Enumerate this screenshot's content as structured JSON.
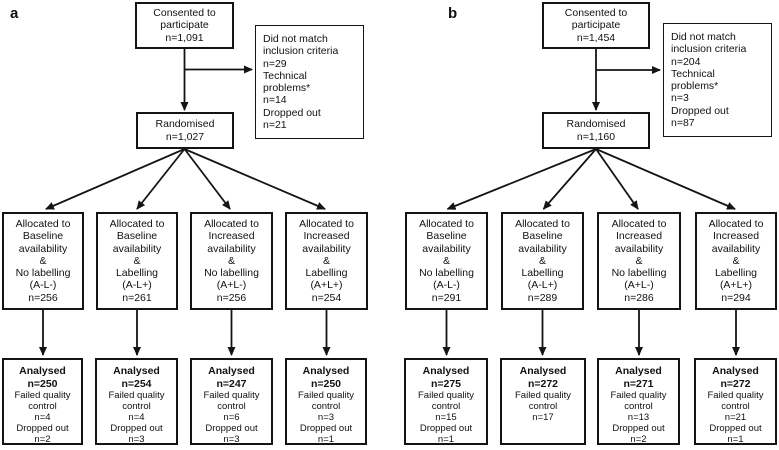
{
  "figure_colors": {
    "background": "#ffffff",
    "line": "#141414"
  },
  "panels": [
    {
      "label": "a",
      "consent": "Consented to\nparticipate\nn=1,091",
      "excluded": "Did not match\ninclusion criteria\nn=29\nTechnical\nproblems*\nn=14\nDropped out\nn=21",
      "randomised": "Randomised\nn=1,027",
      "groups": [
        {
          "allocated": "Allocated to\nBaseline\navailability\n&\nNo labelling\n(A-L-)\nn=256",
          "analysed": "Analysed\nn=250",
          "exclusions": "Failed quality\ncontrol\nn=4\nDropped out\nn=2"
        },
        {
          "allocated": "Allocated to\nBaseline\navailability\n&\nLabelling\n(A-L+)\nn=261",
          "analysed": "Analysed\nn=254",
          "exclusions": "Failed quality\ncontrol\nn=4\nDropped out\nn=3"
        },
        {
          "allocated": "Allocated to\nIncreased\navailability\n&\nNo labelling\n(A+L-)\nn=256",
          "analysed": "Analysed\nn=247",
          "exclusions": "Failed quality\ncontrol\nn=6\nDropped out\nn=3"
        },
        {
          "allocated": "Allocated to\nIncreased\navailability\n&\nLabelling\n(A+L+)\nn=254",
          "analysed": "Analysed\nn=250",
          "exclusions": "Failed quality\ncontrol\nn=3\nDropped out\nn=1"
        }
      ]
    },
    {
      "label": "b",
      "consent": "Consented to\nparticipate\nn=1,454",
      "excluded": "Did not match\ninclusion criteria\nn=204\nTechnical\nproblems*\nn=3\nDropped out\nn=87",
      "randomised": "Randomised\nn=1,160",
      "groups": [
        {
          "allocated": "Allocated to\nBaseline\navailability\n&\nNo labelling\n(A-L-)\nn=291",
          "analysed": "Analysed\nn=275",
          "exclusions": "Failed quality\ncontrol\nn=15\nDropped out\nn=1"
        },
        {
          "allocated": "Allocated to\nBaseline\navailability\n&\nLabelling\n(A-L+)\nn=289",
          "analysed": "Analysed\nn=272",
          "exclusions": "Failed quality\ncontrol\nn=17"
        },
        {
          "allocated": "Allocated to\nIncreased\navailability\n&\nNo labelling\n(A+L-)\nn=286",
          "analysed": "Analysed\nn=271",
          "exclusions": "Failed quality\ncontrol\nn=13\nDropped out\nn=2"
        },
        {
          "allocated": "Allocated to\nIncreased\navailability\n&\nLabelling\n(A+L+)\nn=294",
          "analysed": "Analysed\nn=272",
          "exclusions": "Failed quality\ncontrol\nn=21\nDropped out\nn=1"
        }
      ]
    }
  ]
}
